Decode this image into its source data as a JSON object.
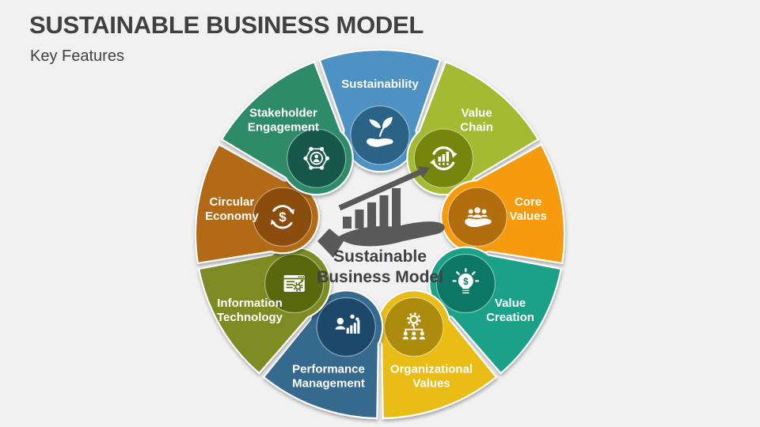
{
  "slide": {
    "title": "SUSTAINABLE BUSINESS MODEL",
    "subtitle": "Key Features",
    "background_color": "#F1F1F2",
    "text_color": "#3F4042"
  },
  "center": {
    "icon": "hand-growth-chart-icon",
    "icon_color": "#595959",
    "label_lines": [
      "Sustainable",
      "Business Model"
    ],
    "text_color": "#3F4042"
  },
  "diagram": {
    "label_color": "#FFFFFF",
    "segments": [
      {
        "id": "sustainability",
        "label": "Sustainability",
        "lines": [
          "Sustainability"
        ],
        "color": "#4D92C3",
        "dark_color": "#2B6485",
        "icon": "hand-sprout-icon"
      },
      {
        "id": "value-chain",
        "label": "Value Chain",
        "lines": [
          "Value",
          "Chain"
        ],
        "color": "#A3BA33",
        "dark_color": "#75860D",
        "icon": "cycle-bar-chart-icon"
      },
      {
        "id": "core-values",
        "label": "Core Values",
        "lines": [
          "Core",
          "Values"
        ],
        "color": "#F59B0B",
        "dark_color": "#B26E0E",
        "icon": "hand-people-icon"
      },
      {
        "id": "value-creation",
        "label": "Value Creation",
        "lines": [
          "Value",
          "Creation"
        ],
        "color": "#1FA189",
        "dark_color": "#0E7766",
        "icon": "bulb-dollar-icon"
      },
      {
        "id": "organizational-values",
        "label": "Organizational Values",
        "lines": [
          "Organizational",
          "Values"
        ],
        "color": "#E9BD17",
        "dark_color": "#AC8B0D",
        "icon": "gear-team-icon"
      },
      {
        "id": "performance-management",
        "label": "Performance Management",
        "lines": [
          "Performance",
          "Management"
        ],
        "color": "#35698D",
        "dark_color": "#1C4A6B",
        "icon": "person-chart-icon"
      },
      {
        "id": "information-technology",
        "label": "Information Technology",
        "lines": [
          "Information",
          "Technology"
        ],
        "color": "#7D8C22",
        "dark_color": "#5A680E",
        "icon": "browser-gear-icon"
      },
      {
        "id": "circular-economy",
        "label": "Circular Economy",
        "lines": [
          "Circular",
          "Economy"
        ],
        "color": "#B26A13",
        "dark_color": "#8A4E0D",
        "icon": "dollar-cycle-icon"
      },
      {
        "id": "stakeholder-engagement",
        "label": "Stakeholder Engagement",
        "lines": [
          "Stakeholder",
          "Engagement"
        ],
        "color": "#2E8B6B",
        "dark_color": "#14594A",
        "icon": "network-person-icon"
      }
    ]
  }
}
